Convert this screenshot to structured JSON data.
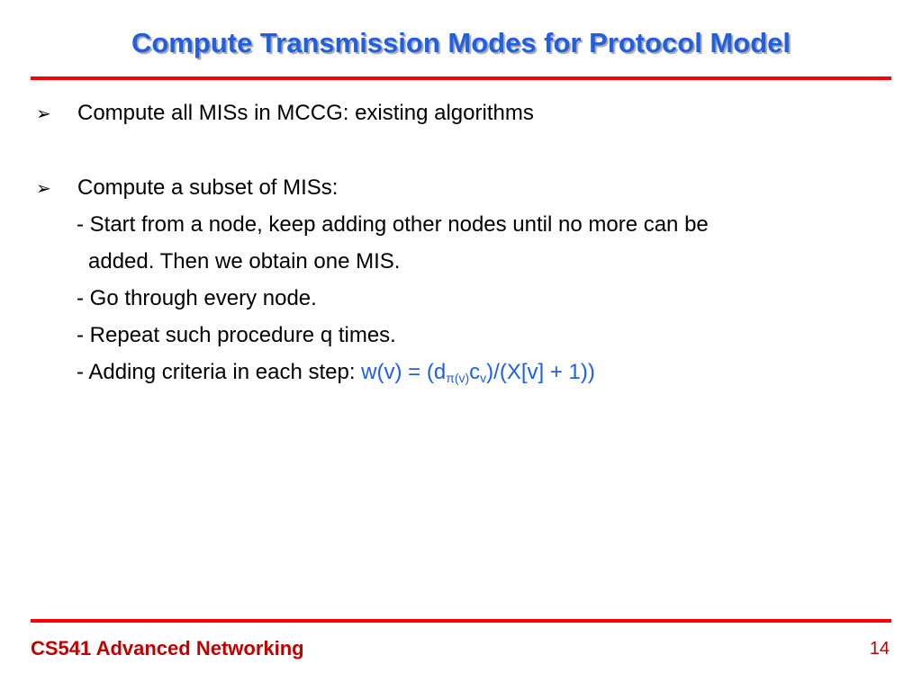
{
  "slide": {
    "title": "Compute Transmission Modes for Protocol Model",
    "bullets": [
      {
        "marker": "➢",
        "text": "Compute all MISs in MCCG: existing algorithms"
      },
      {
        "marker": "➢",
        "text": "Compute a subset of MISs:"
      }
    ],
    "sub_lines": [
      "- Start from a node, keep adding other nodes until no more can be",
      "added. Then we obtain one MIS.",
      "- Go through every node.",
      "- Repeat such procedure q times.",
      "- Adding criteria in each step: "
    ],
    "formula": {
      "prefix": "w(v) = (d",
      "sub1": "π(v)",
      "mid": "c",
      "sub2": "v",
      "suffix": ")/(X[v] + 1))"
    }
  },
  "footer": {
    "course": "CS541 Advanced Networking",
    "page_number": "14"
  },
  "colors": {
    "title": "#1f5fe0",
    "rule": "#ff0000",
    "footer": "#c00000",
    "formula": "#1f5fe0"
  }
}
